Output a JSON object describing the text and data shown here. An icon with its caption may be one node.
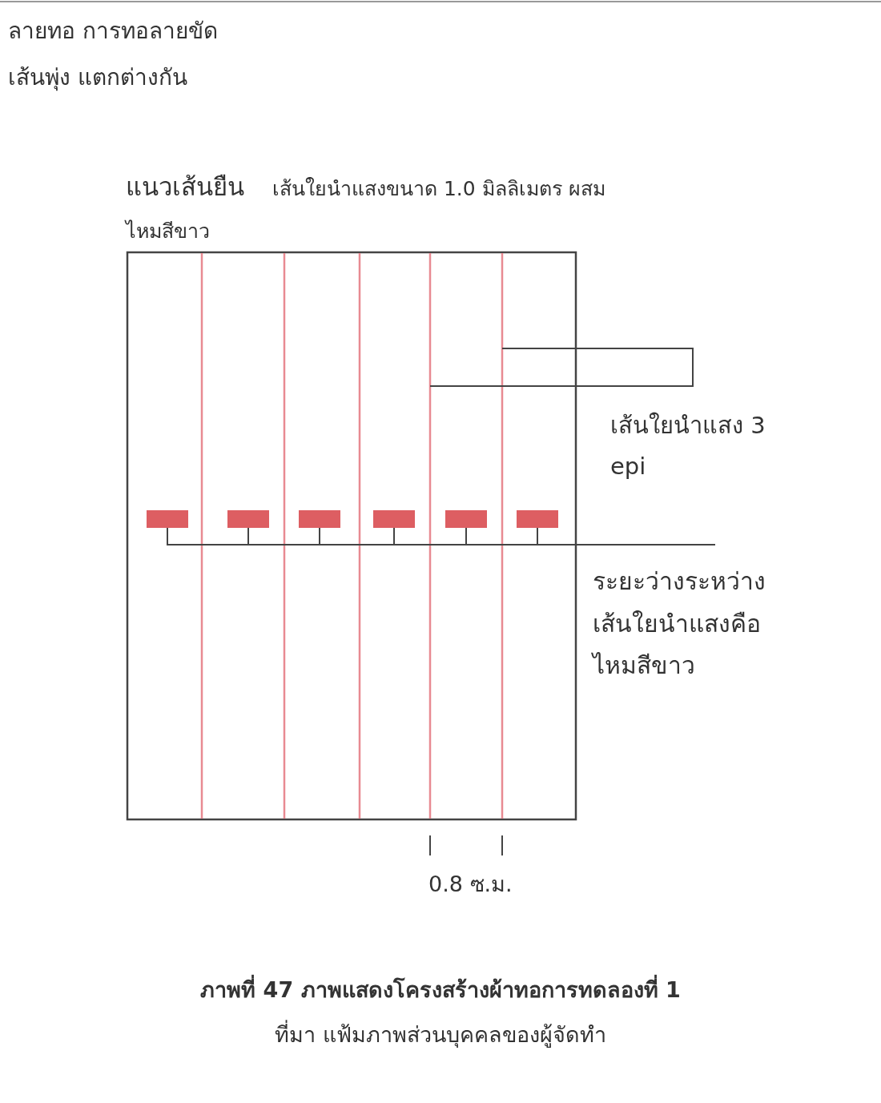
{
  "diagram": {
    "caption": "ภาพที่ 47 ภาพแสดงโครงสร้างผ้าทอการทดลองที่ 1",
    "labels": [
      "ลายทอ การทอลายขัด",
      "เส้นพุ่ง แตกต่างกัน",
      "แนวเส้นยืน",
      "เส้นใยนำแสงขนาด 1.0 มิลลิเมตร ผสม ไหมสีขาว",
      "เส้นใยนำแสง 3 epi",
      "ระยะว่างระหว่างเส้นใยนำแสงคือไหมสีขาว",
      "0.8 ซ.ม.",
      "ที่มา แฟ้มภาพส่วนบุคคลของผู้จัดทำ"
    ]
  }
}
